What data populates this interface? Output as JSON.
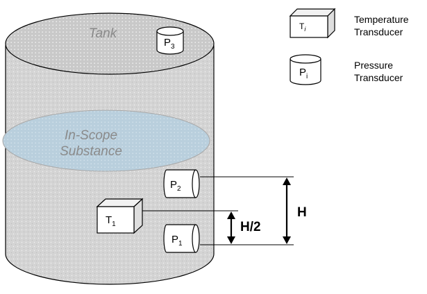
{
  "tank": {
    "label": "Tank",
    "substance_label_line1": "In-Scope",
    "substance_label_line2": "Substance"
  },
  "sensors": {
    "p3": {
      "base": "P",
      "sub": "3"
    },
    "p2": {
      "base": "P",
      "sub": "2"
    },
    "p1": {
      "base": "P",
      "sub": "1"
    },
    "t1": {
      "base": "T",
      "sub": "1"
    }
  },
  "dimensions": {
    "half_height_label": "H/2",
    "height_label": "H"
  },
  "legend": {
    "temperature": {
      "symbol_base": "T",
      "symbol_sub": "i",
      "line1": "Temperature",
      "line2": "Transducer"
    },
    "pressure": {
      "symbol_base": "P",
      "symbol_sub": "i",
      "line1": "Pressure",
      "line2": "Transducer"
    }
  },
  "colors": {
    "tank_body": "#d4d4d4",
    "tank_top": "#cfcfcf",
    "liquid_surface": "#b9cfdd",
    "outline": "#000000",
    "label_gray": "#8a8a8a",
    "cube_top": "#f2f2f2",
    "cube_side": "#dedede"
  }
}
